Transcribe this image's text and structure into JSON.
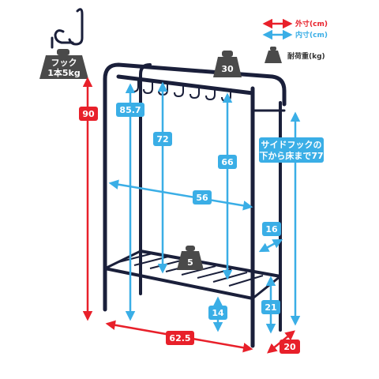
{
  "legend": {
    "outer": "外寸(cm)",
    "inner": "内寸(cm)",
    "load": "耐荷重(kg)"
  },
  "hook": {
    "line1": "フック",
    "line2": "1本5kg"
  },
  "dimensions": {
    "outer_height": "90",
    "outer_width": "62.5",
    "outer_depth": "20",
    "inner_hook_height": "85.7",
    "inner_72": "72",
    "inner_66": "66",
    "inner_width": "56",
    "inner_16": "16",
    "inner_14": "14",
    "inner_21": "21"
  },
  "side_hook_note": {
    "line1": "サイドフックの",
    "line2": "下から床まで77"
  },
  "loads": {
    "top_bar": "30",
    "bottom_shelf": "5"
  },
  "colors": {
    "outer": "#e8202a",
    "inner": "#3aaee6",
    "frame": "#1a1f3a",
    "weight": "#4a4a4a"
  }
}
